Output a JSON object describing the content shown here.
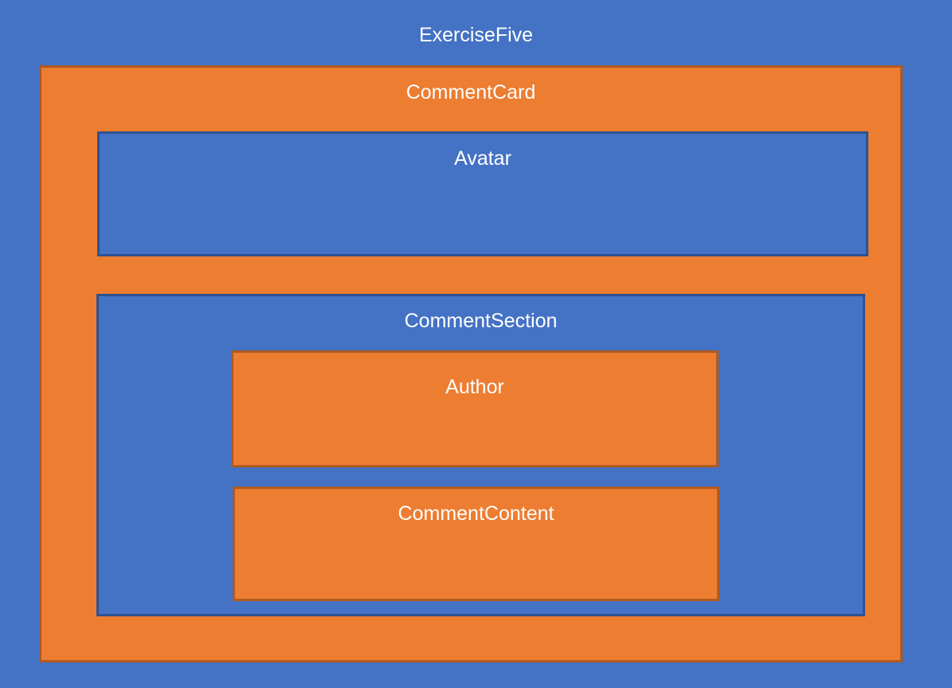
{
  "diagram": {
    "title": "ExerciseFive"
  },
  "nodes": {
    "exercise_five": {
      "label": "ExerciseFive"
    },
    "comment_card": {
      "label": "CommentCard"
    },
    "avatar": {
      "label": "Avatar"
    },
    "comment_section": {
      "label": "CommentSection"
    },
    "author": {
      "label": "Author"
    },
    "comment_content": {
      "label": "CommentContent"
    }
  },
  "colors": {
    "blue_fill": "#4472C4",
    "blue_border": "#2F528F",
    "orange_fill": "#ED7D31",
    "orange_border": "#AE5A21",
    "label_text": "#FFFFFF"
  }
}
